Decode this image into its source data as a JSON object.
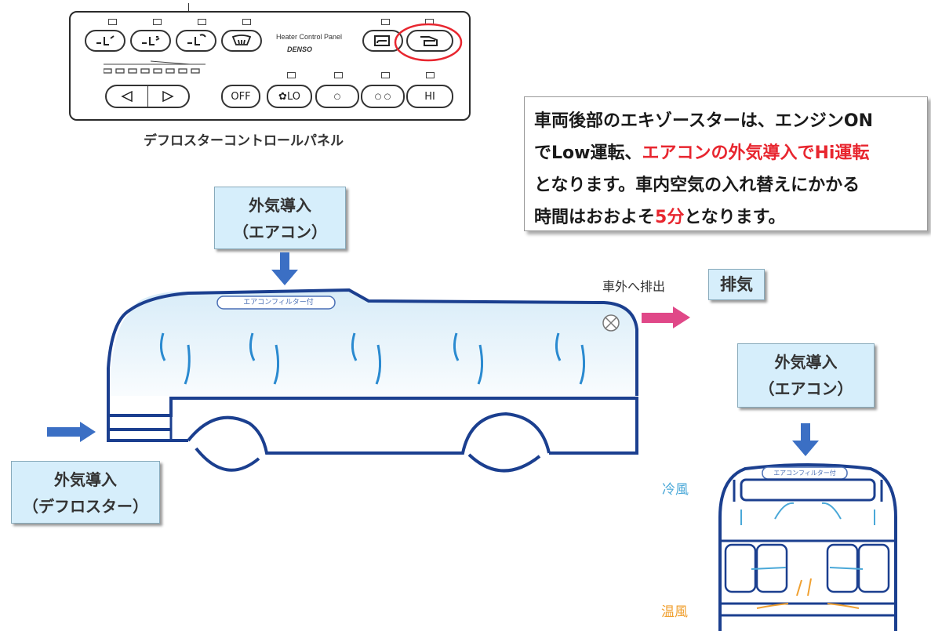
{
  "control_panel": {
    "brand_text": "Heater Control Panel",
    "maker": "DENSO",
    "buttons": {
      "off": "OFF",
      "fan_lo": "LO",
      "speed_low": "○",
      "speed_mid": "○ ○",
      "hi": "HI"
    },
    "caption": "デフロスターコントロールパネル"
  },
  "info_box": {
    "line1": "車両後部のエキゾースターは、エンジンON",
    "line2_prefix": "でLow運転、",
    "line2_red": "エアコンの外気導入でHi運転",
    "line3": "となります。車内空気の入れ替えにかかる",
    "line4_prefix": "時間はおおよそ",
    "line4_red": "5分",
    "line4_suffix": "となります。",
    "highlight_color": "#e8262f"
  },
  "intakes": {
    "top": {
      "title": "外気導入",
      "sub": "（エアコン）"
    },
    "front": {
      "title": "外気導入",
      "sub": "（デフロスター）"
    },
    "rear_view": {
      "title": "外気導入",
      "sub": "（エアコン）"
    }
  },
  "exhaust": {
    "text": "車外へ排出",
    "tag": "排気"
  },
  "bus": {
    "ac_filter_label": "エアコンフィルター付"
  },
  "cross_section": {
    "filter_label": "エアコンフィルター付",
    "cool_label": "冷風",
    "warm_label": "温風",
    "cool_color": "#4aa8d8",
    "warm_color": "#f0a030"
  },
  "colors": {
    "bus_outline": "#1b3f8f",
    "intake_arrow": "#3b6fc4",
    "exhaust_arrow": "#e04888",
    "intake_box_bg": "#d6eefb"
  }
}
